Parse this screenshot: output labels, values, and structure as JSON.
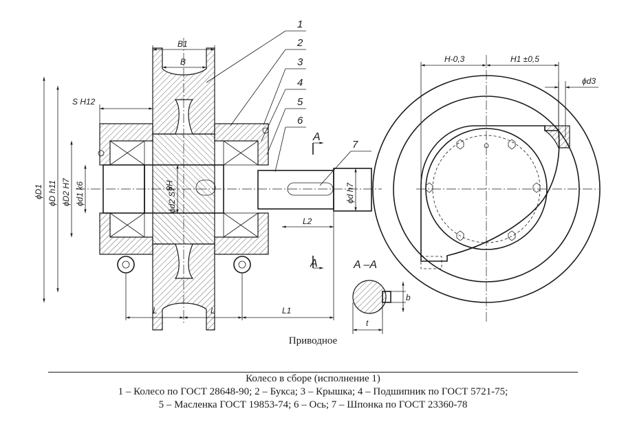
{
  "view_title": "Приводное",
  "caption": {
    "title": "Колесо в сборе (исполнение 1)",
    "line1": "1 – Колесо по ГОСТ 28648-90; 2 – Букса; 3 – Крышка; 4 – Подшипник по ГОСТ 5721-75;",
    "line2": "5 – Масленка ГОСТ 19853-74; 6 – Ось; 7 – Шпонка по ГОСТ 23360-78"
  },
  "callouts": [
    "1",
    "2",
    "3",
    "4",
    "5",
    "6",
    "7"
  ],
  "dimensions": {
    "B1": "B1",
    "B": "B",
    "S": "S H12",
    "D1": "ϕD1",
    "D": "ϕD h11",
    "D2": "ϕD2 H7",
    "d1": "ϕd1 k6",
    "d2": "ϕd2 S7",
    "d2_fit": "H8",
    "d": "ϕd h7",
    "L_left": "L",
    "L_mid": "L",
    "L1": "L1",
    "L2": "L2",
    "H": "H-0,3",
    "H1": "H1 ±0,5",
    "d3": "ϕd3",
    "b": "b",
    "t": "t"
  },
  "section": {
    "marker_top": "A",
    "marker_bottom": "A",
    "label": "A –A"
  }
}
